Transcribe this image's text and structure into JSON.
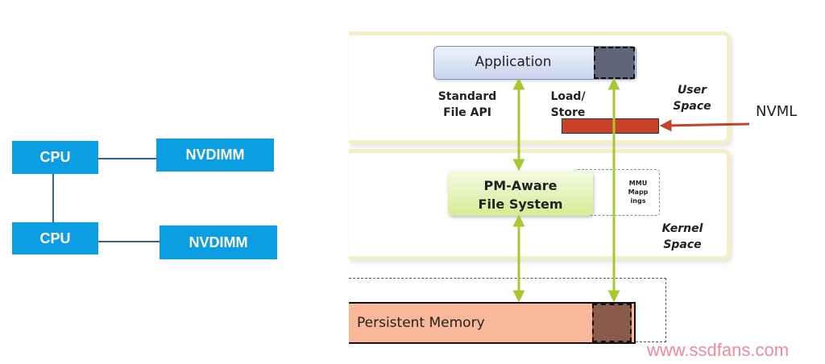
{
  "left": {
    "cpu_top": "CPU",
    "cpu_bottom": "CPU",
    "nvdimm_top": "NVDIMM",
    "nvdimm_bottom": "NVDIMM"
  },
  "right": {
    "application": "Application",
    "standard_api": "Standard\nFile API",
    "load_store": "Load/\nStore",
    "user_space": "User\nSpace",
    "nvml": "NVML",
    "pm_fs": "PM-Aware\nFile System",
    "mmu": "MMU\nMapp\nings",
    "kernel_space": "Kernel\nSpace",
    "persistent_memory": "Persistent Memory"
  },
  "watermark": "www.ssdfans.com",
  "colors": {
    "cpu_blue": "#0b9ee3",
    "connector_blue": "#2e64a8",
    "arrow_green": "#a8c832",
    "nvml_red": "#c8412a",
    "memory_salmon": "#f9b89a",
    "watermark_pink": "#f08a9b"
  }
}
